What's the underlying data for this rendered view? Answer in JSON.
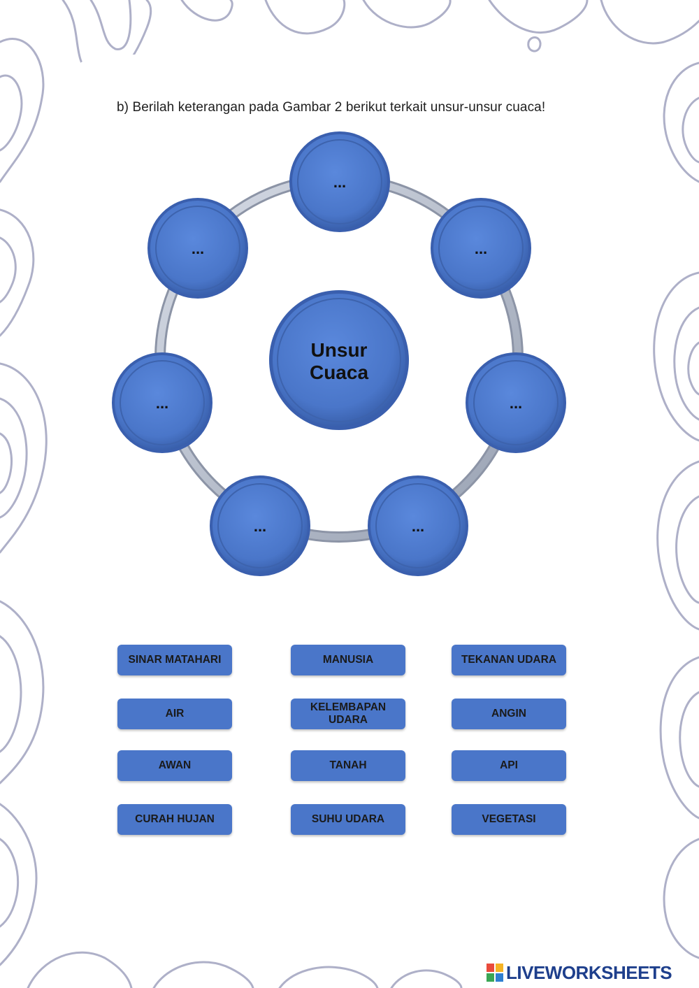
{
  "instruction": "b) Berilah keterangan pada Gambar 2 berikut terkait unsur-unsur cuaca!",
  "diagram": {
    "center": {
      "line1": "Unsur",
      "line2": "Cuaca"
    },
    "placeholders": [
      "...",
      "...",
      "...",
      "...",
      "...",
      "...",
      "..."
    ]
  },
  "options": [
    {
      "label": "SINAR MATAHARI"
    },
    {
      "label": "MANUSIA"
    },
    {
      "label": "TEKANAN UDARA"
    },
    {
      "label": "AIR"
    },
    {
      "label": "KELEMBAPAN UDARA"
    },
    {
      "label": "ANGIN"
    },
    {
      "label": "AWAN"
    },
    {
      "label": "TANAH"
    },
    {
      "label": "API"
    },
    {
      "label": "CURAH HUJAN"
    },
    {
      "label": "SUHU UDARA"
    },
    {
      "label": "VEGETASI"
    }
  ],
  "branding": {
    "logo_text": "LIVEWORKSHEETS"
  },
  "colors": {
    "node_blue": "#4a76c9",
    "ring_gray": "#b9c0cc",
    "contour": "#aeb0c8",
    "brand": "#1e3f8c"
  }
}
